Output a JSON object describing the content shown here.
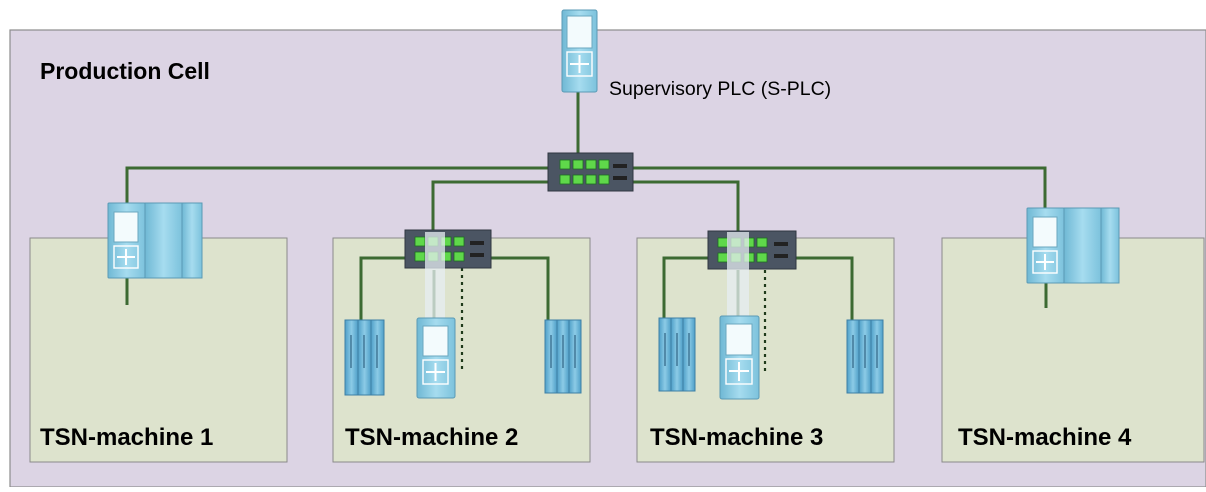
{
  "cell": {
    "title": "Production Cell"
  },
  "spl": {
    "label": "Supervisory PLC (S-PLC)"
  },
  "machines": [
    {
      "label": "TSN-machine 1"
    },
    {
      "label": "TSN-machine 2"
    },
    {
      "label": "TSN-machine 3"
    },
    {
      "label": "TSN-machine 4"
    }
  ],
  "colors": {
    "cell_fill": "#dcd4e4",
    "machine_fill": "#dde3cd",
    "link": "#3c6a32",
    "device_blue": "#8fd0e8",
    "switch_body": "#4b5563",
    "port_green": "#5fd84a"
  }
}
